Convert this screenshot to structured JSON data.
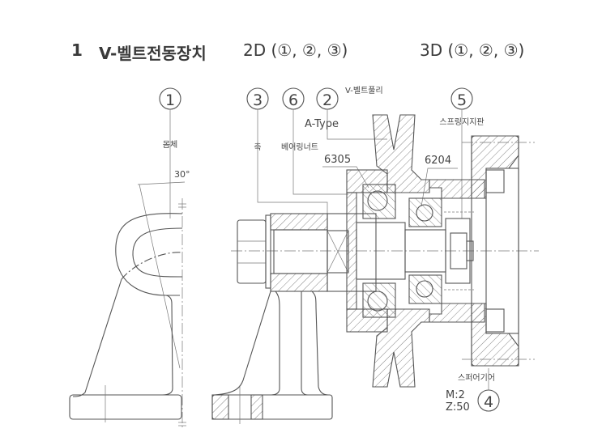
{
  "header": {
    "number": "1",
    "title": "V-벨트전동장치",
    "view_2d": "2D (①, ②, ③)",
    "view_3d": "3D (①, ②, ③)"
  },
  "body_view": {
    "balloon": "1",
    "part_name": "몸체",
    "angle": "30°"
  },
  "assembly_view": {
    "balloons": [
      {
        "number": "3",
        "part_name": "축"
      },
      {
        "number": "6",
        "part_name": "베어링너트"
      },
      {
        "number": "2",
        "part_name": "V-벨트풀리",
        "spec": "A-Type"
      },
      {
        "number": "5",
        "part_name": "스프링지지판"
      },
      {
        "number": "4",
        "part_name": "스퍼어기어",
        "spec_m": "M:2",
        "spec_z": "Z:50"
      }
    ],
    "bearings": [
      "6305",
      "6204"
    ]
  }
}
